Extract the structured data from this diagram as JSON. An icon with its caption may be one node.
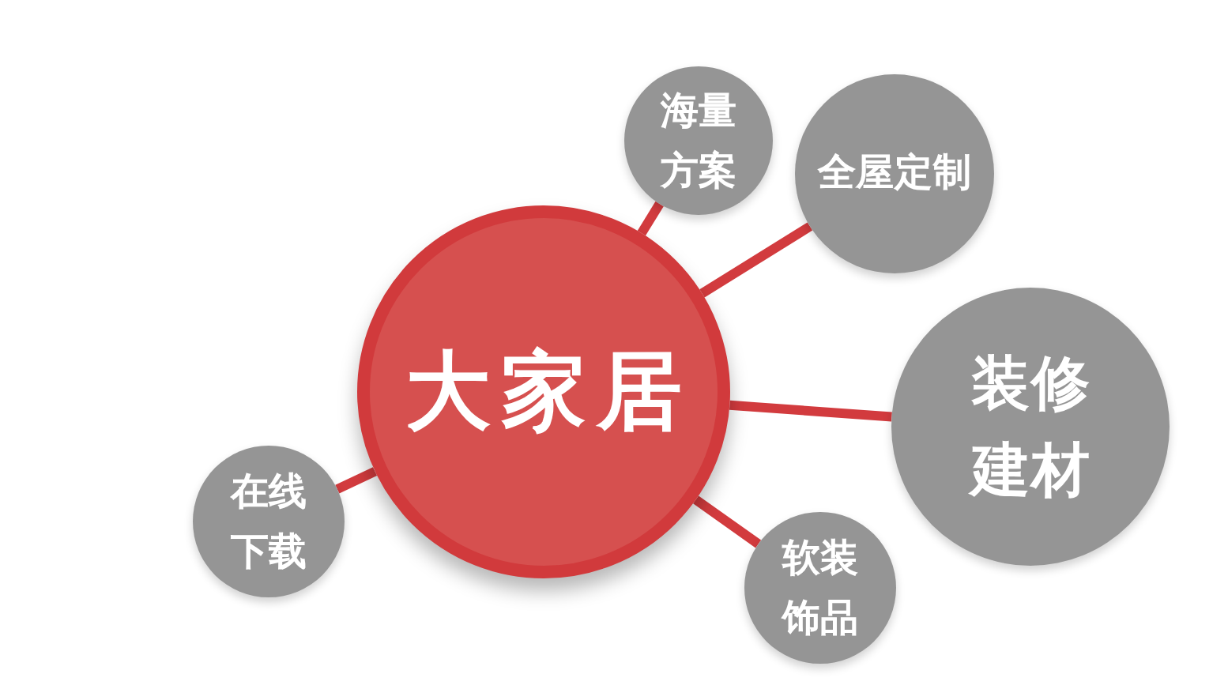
{
  "diagram": {
    "nodes": [
      {
        "text": [
          "大家居"
        ]
      },
      {
        "text": [
          "海量方案"
        ]
      },
      {
        "text": [
          "全屋定制"
        ]
      },
      {
        "text": [
          "装修建材"
        ]
      },
      {
        "text": [
          "软装饰品"
        ]
      },
      {
        "text": [
          "在线下载"
        ]
      }
    ],
    "edges": [
      {
        "from": 0,
        "to": 1,
        "arrow": "none"
      },
      {
        "from": 0,
        "to": 2,
        "arrow": "none"
      },
      {
        "from": 0,
        "to": 3,
        "arrow": "none"
      },
      {
        "from": 0,
        "to": 4,
        "arrow": "none"
      },
      {
        "from": 0,
        "to": 5,
        "arrow": "none"
      }
    ]
  }
}
